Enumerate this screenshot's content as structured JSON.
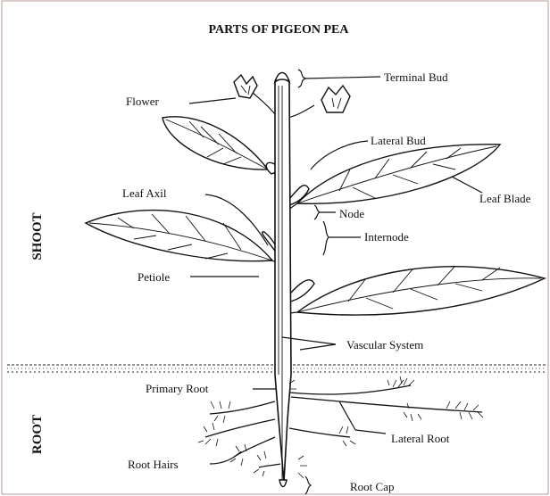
{
  "title": "PARTS OF PIGEON PEA",
  "sections": {
    "shoot": "SHOOT",
    "root": "ROOT"
  },
  "labels": {
    "terminal_bud": "Terminal Bud",
    "flower": "Flower",
    "lateral_bud": "Lateral Bud",
    "leaf_blade": "Leaf Blade",
    "leaf_axil": "Leaf Axil",
    "node": "Node",
    "internode": "Internode",
    "petiole": "Petiole",
    "vascular_system": "Vascular System",
    "primary_root": "Primary Root",
    "lateral_root": "Lateral Root",
    "root_hairs": "Root Hairs",
    "root_cap": "Root Cap"
  }
}
